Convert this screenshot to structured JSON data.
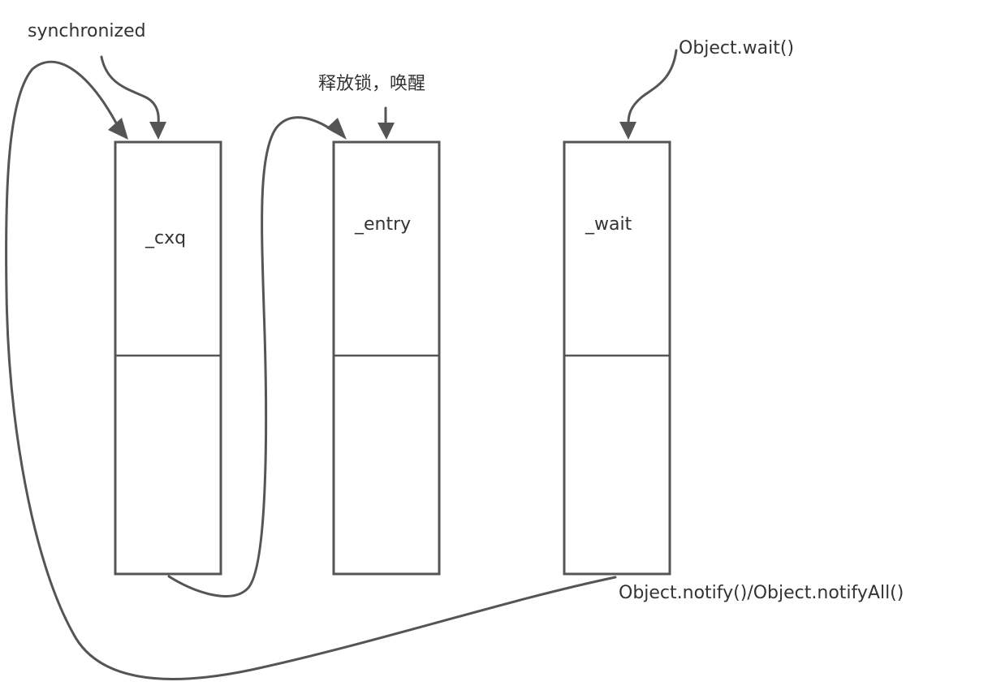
{
  "labels": {
    "synchronized": "synchronized",
    "release": "释放锁，唤醒",
    "wait_call": "Object.wait()",
    "notify_call": "Object.notify()/Object.notifyAll()"
  },
  "queues": {
    "cxq": "_cxq",
    "entry": "_entry",
    "wait": "_wait"
  },
  "colors": {
    "stroke": "#555555",
    "text": "#333333",
    "background": "#ffffff"
  }
}
